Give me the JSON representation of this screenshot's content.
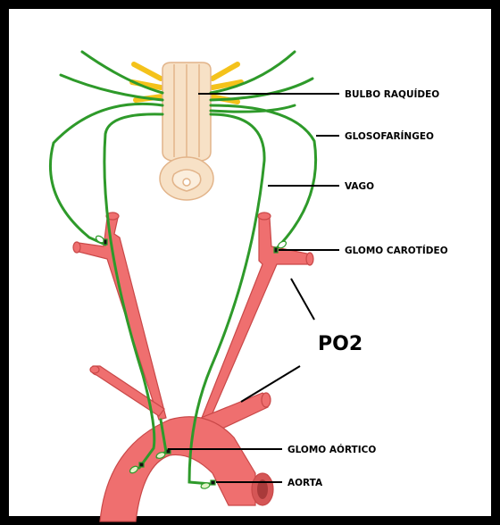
{
  "labels": {
    "bulbo": "BULBO RAQUÍDEO",
    "glosofaringeo": "GLOSOFARÍNGEO",
    "vago": "VAGO",
    "glomo_carotideo": "GLOMO CAROTÍDEO",
    "po2": "PO2",
    "glomo_aortico": "GLOMO AÓRTICO",
    "aorta": "AORTA"
  },
  "colors": {
    "nerve": "#2e9a2a",
    "artery": "#ef6f6f",
    "artery_outline": "#c94848",
    "brainstem": "#f7e1c6",
    "brainstem_outline": "#e2b48a",
    "nerve_roots": "#f4c21b",
    "leader_line": "#000000",
    "border": "#000000"
  }
}
